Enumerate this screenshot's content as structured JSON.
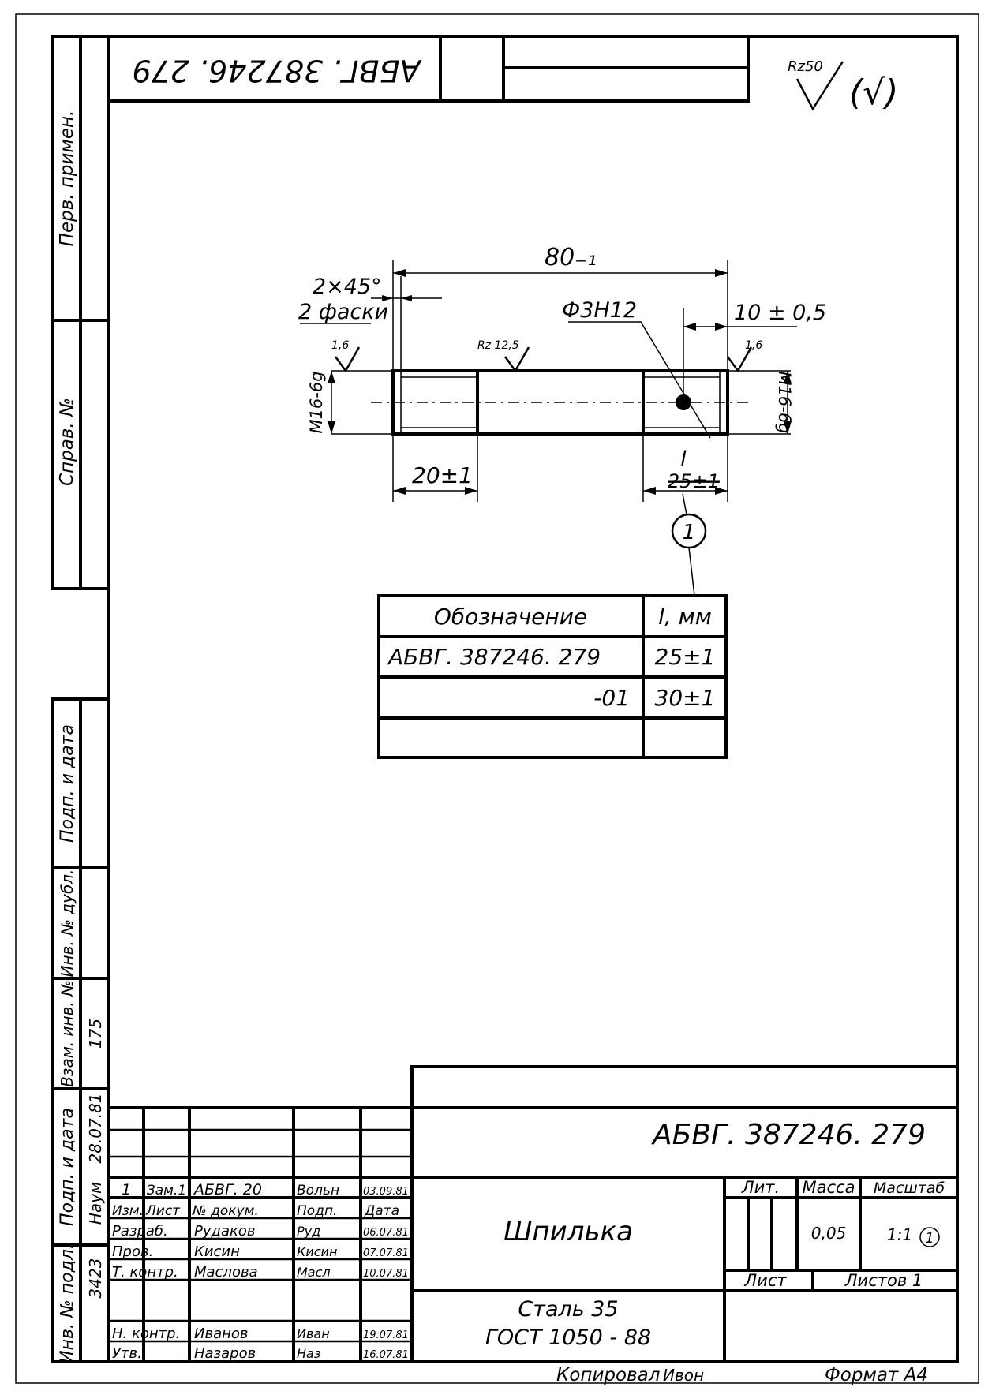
{
  "designation": "АБВГ. 387246. 279",
  "designation_top": "АБВГ. 387246. 279",
  "roughness_mark": "Rz50",
  "roughness_extra": "(√)",
  "side_labels": {
    "perv_primen": "Перв. примен.",
    "sprav_no": "Справ. №",
    "podp_i_data_1": "Подп. и дата",
    "inv_no_dubl": "Инв. № дубл.",
    "vzam_inv_no": "Взам. инв. №",
    "vzam_inv_value": "175",
    "podp_i_data_2": "Подп. и дата",
    "podp_signature": "Наум",
    "podp_date": "28.07.81",
    "inv_no_podl": "Инв. № подл.",
    "inv_podl_value": "3423"
  },
  "drawing": {
    "dim_total": "80₋₁",
    "chamfer": "2×45°",
    "chamfer_note": "2 фаски",
    "hole": "Ф3Н12",
    "hole_pos": "10 ± 0,5",
    "rough_left": "1,6",
    "rough_mid": "Rz 12,5",
    "rough_right": "1,6",
    "thread_left": "М16-6g",
    "thread_right": "М16-6g",
    "dim_left_thread": "20±1",
    "dim_l": "l",
    "dim_right_thread": "25±1",
    "balloon": "1"
  },
  "variant_table": {
    "headers": [
      "Обозначение",
      "l, мм"
    ],
    "rows": [
      [
        "АБВГ. 387246. 279",
        "25±1"
      ],
      [
        "-01",
        "30±1"
      ],
      [
        "",
        ""
      ]
    ]
  },
  "title_block": {
    "name": "Шпилька",
    "material_1": "Сталь 35",
    "material_2": "ГОСТ 1050 - 88",
    "col_izm": "Изм.",
    "col_list": "Лист",
    "col_dokum": "№ докум.",
    "col_podp": "Подп.",
    "col_data": "Дата",
    "change_row": [
      "1",
      "Зам.1",
      "АБВГ. 20",
      "Вольн",
      "03.09.81"
    ],
    "people": [
      [
        "Разраб.",
        "Рудаков",
        "Руд",
        "06.07.81"
      ],
      [
        "Пров.",
        "Кисин",
        "Кисин",
        "07.07.81"
      ],
      [
        "Т. контр.",
        "Маслова",
        "Масл",
        "10.07.81"
      ],
      [
        "",
        "",
        "",
        ""
      ],
      [
        "Н. контр.",
        "Иванов",
        "Иван",
        "19.07.81"
      ],
      [
        "Утв.",
        "Назаров",
        "Наз",
        "16.07.81"
      ]
    ],
    "lit_label": "Лит.",
    "massa_label": "Масса",
    "masshtab_label": "Масштаб",
    "massa_value": "0,05",
    "masshtab_value": "1:1",
    "masshtab_balloon": "1",
    "list_label": "Лист",
    "listov_label": "Листов 1"
  },
  "footer": {
    "kopiroval": "Копировал",
    "kopiroval_sign": "Ивон",
    "format": "Формат А4"
  }
}
